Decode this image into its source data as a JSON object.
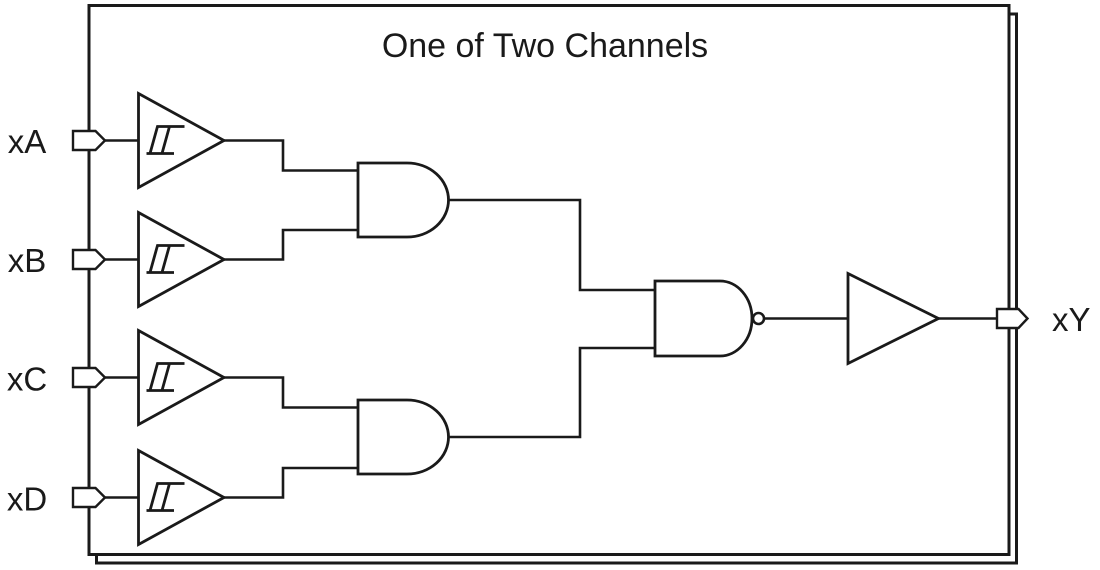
{
  "diagram": {
    "title": "One of Two Channels",
    "inputs": [
      {
        "label": "xA"
      },
      {
        "label": "xB"
      },
      {
        "label": "xC"
      },
      {
        "label": "xD"
      }
    ],
    "output": {
      "label": "xY"
    },
    "colors": {
      "stroke": "#1a1a1a",
      "background": "#ffffff"
    }
  }
}
